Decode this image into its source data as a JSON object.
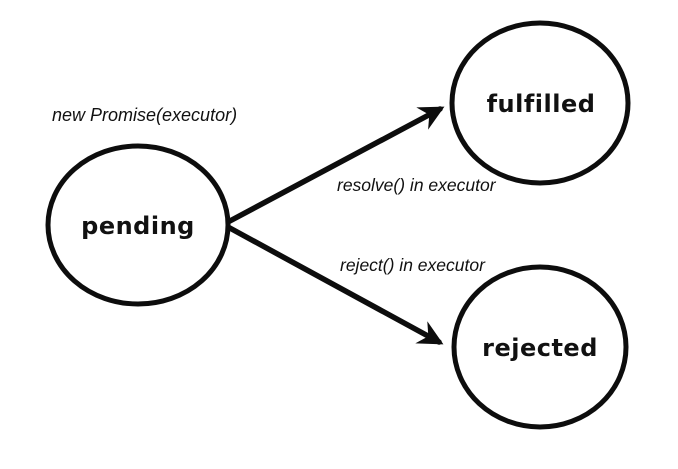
{
  "diagram": {
    "annotation": "new Promise(executor)",
    "nodes": [
      {
        "id": "pending",
        "label": "pending"
      },
      {
        "id": "fulfilled",
        "label": "fulfilled"
      },
      {
        "id": "rejected",
        "label": "rejected"
      }
    ],
    "edges": [
      {
        "from": "pending",
        "to": "fulfilled",
        "label": "resolve() in executor"
      },
      {
        "from": "pending",
        "to": "rejected",
        "label": "reject() in executor"
      }
    ],
    "colors": {
      "stroke": "#0d0d0d",
      "text": "#111111",
      "background": "#ffffff"
    }
  }
}
